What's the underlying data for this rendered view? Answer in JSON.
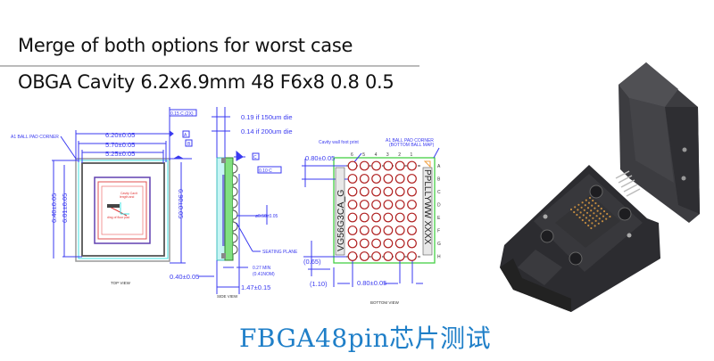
{
  "header": {
    "title": "Merge of both options for worst case",
    "subtitle": "OBGA Cavity 6.2x6.9mm 48 F6x8 0.8 0.5"
  },
  "caption": "FBGA48pin芯片测试",
  "colors": {
    "dimension_blue": "#3a3af0",
    "caption_blue": "#1f7fc8",
    "ball_red": "#b02020",
    "outline_green": "#44d044",
    "cavity_cyan": "#40e0e0"
  },
  "top_view": {
    "label": "TOP VIEW",
    "a1_corner": "A1 BALL PAD CORNER",
    "dim_width_outer": "6.20±0.05",
    "dim_width_mid": "5.70±0.05",
    "dim_width_inner": "5.25±0.05",
    "dim_height_outer": "6.40±0.05",
    "dim_height_inner": "6.01±0.05",
    "dim_height_right": "6.90±0.05",
    "dim_offset": "0.40±0.05",
    "flatness": "0.15 C (2X)",
    "datum_a": "A",
    "datum_b": "B"
  },
  "side_view": {
    "label": "SIDE VIEW",
    "note_150": "0.19 if 150um die",
    "note_200": "0.14 if 200um die",
    "datum_c": "C",
    "flatness": "0.10 C",
    "ball_dia": "ø0.50±0.05",
    "seating_plane": "SEATING PLANE",
    "standoff_min": "0.27 MIN",
    "standoff_nom": "(0.41NOM)",
    "thickness": "1.47±0.15"
  },
  "bottom_view": {
    "label": "BOTTOM VIEW",
    "cavity_note": "Cavity wall foot print",
    "a1_corner_1": "A1 BALL PAD CORNER",
    "a1_corner_2": "(BOTTOM BALL MAP)",
    "pitch_top": "0.80±0.05",
    "pitch_bottom": "0.80±0.05",
    "offset_y": "(0.65)",
    "offset_x": "(1.10)",
    "marking_left": "VG56G3CA_G",
    "marking_right": "PPLLLYWW XXXX",
    "columns": [
      "6",
      "5",
      "4",
      "3",
      "2",
      "1"
    ],
    "rows": [
      "A",
      "B",
      "C",
      "D",
      "E",
      "F",
      "G",
      "H"
    ]
  },
  "photo": {
    "description": "FBGA48 clamshell test socket"
  }
}
